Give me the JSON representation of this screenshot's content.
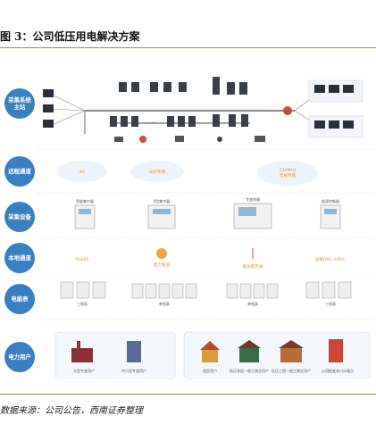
{
  "header": {
    "title": "图 3：公司低压用电解决方案"
  },
  "footer": {
    "source": "数据来源：公司公告，西南证券整理"
  },
  "diagram": {
    "layers": [
      {
        "id": "master",
        "label_lines": [
          "采集系统",
          "主站"
        ]
      },
      {
        "id": "remote",
        "label_lines": [
          "远程通道"
        ]
      },
      {
        "id": "device",
        "label_lines": [
          "采集设备"
        ]
      },
      {
        "id": "local",
        "label_lines": [
          "本地通道"
        ]
      },
      {
        "id": "meter",
        "label_lines": [
          "电能表"
        ]
      },
      {
        "id": "user",
        "label_lines": [
          "电力用户"
        ]
      }
    ],
    "remote_channels": [
      "4G",
      "光纤专网",
      "230MHz",
      "无线专网"
    ],
    "devices": [
      "智能集中器",
      "II型集中器",
      "专变终端",
      "能源控制器"
    ],
    "local_channels": [
      "RS485",
      "电力载波",
      "微功率无线",
      "双模HRF+HPLC"
    ],
    "meter_groups": [
      "三相表",
      "单相表",
      "单相表",
      "三相表"
    ],
    "users": [
      "大型专变用户",
      "中小型专变用户",
      "居民用户",
      "低压非居一般工商业用户",
      "低压三相一般工商业用户",
      "公用配变关口计量点"
    ],
    "colors": {
      "band_label": "#3a7fc1",
      "accent": "#e8922e",
      "rule": "#b08a3a"
    }
  }
}
